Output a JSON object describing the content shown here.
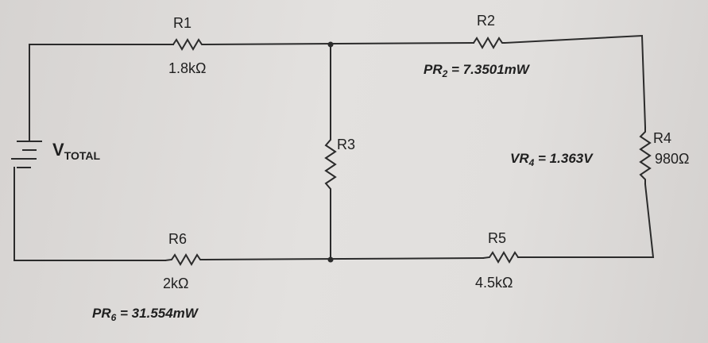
{
  "source": {
    "main": "V",
    "sub": "TOTAL"
  },
  "resistors": {
    "r1": {
      "name": "R1",
      "value": "1.8kΩ"
    },
    "r2": {
      "name": "R2"
    },
    "r3": {
      "name": "R3"
    },
    "r4": {
      "name": "R4",
      "value": "980Ω"
    },
    "r5": {
      "name": "R5",
      "value": "4.5kΩ"
    },
    "r6": {
      "name": "R6",
      "value": "2kΩ"
    }
  },
  "measurements": {
    "pr2": {
      "prefix": "PR",
      "sub": "2",
      "rest": " = 7.3501mW"
    },
    "vr4": {
      "prefix": "VR",
      "sub": "4",
      "rest": " = 1.363V"
    },
    "pr6": {
      "prefix": "PR",
      "sub": "6",
      "rest": " = 31.554mW"
    }
  }
}
